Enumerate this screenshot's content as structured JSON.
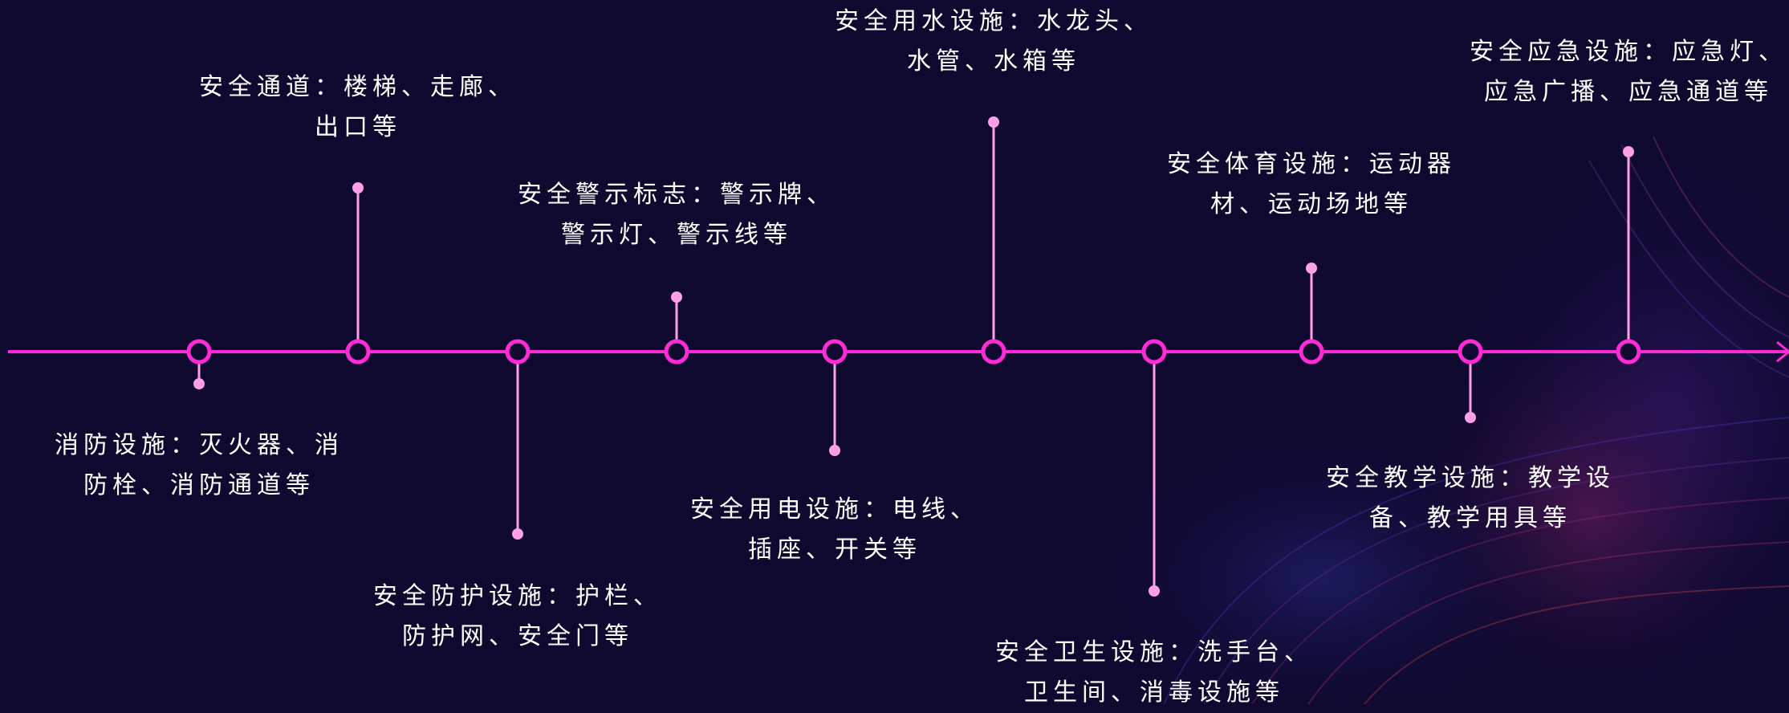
{
  "colors": {
    "background": "#0f0930",
    "line": "#ff2bd6",
    "node_fill": "#0f0930",
    "pin": "#ff9ee9",
    "text": "#ffffff"
  },
  "timeline": [
    {
      "line1": "消防设施：灭火器、消",
      "line2": "防栓、消防通道等"
    },
    {
      "line1": "安全通道：楼梯、走廊、",
      "line2": "出口等"
    },
    {
      "line1": "安全防护设施：护栏、",
      "line2": "防护网、安全门等"
    },
    {
      "line1": "安全警示标志：警示牌、",
      "line2": "警示灯、警示线等"
    },
    {
      "line1": "安全用电设施：电线、",
      "line2": "插座、开关等"
    },
    {
      "line1": "安全用水设施：水龙头、",
      "line2": "水管、水箱等"
    },
    {
      "line1": "安全卫生设施：洗手台、",
      "line2": "卫生间、消毒设施等"
    },
    {
      "line1": "安全体育设施：运动器",
      "line2": "材、运动场地等"
    },
    {
      "line1": "安全教学设施：教学设",
      "line2": "备、教学用具等"
    },
    {
      "line1": "安全应急设施：应急灯、",
      "line2": "应急广播、应急通道等"
    }
  ]
}
